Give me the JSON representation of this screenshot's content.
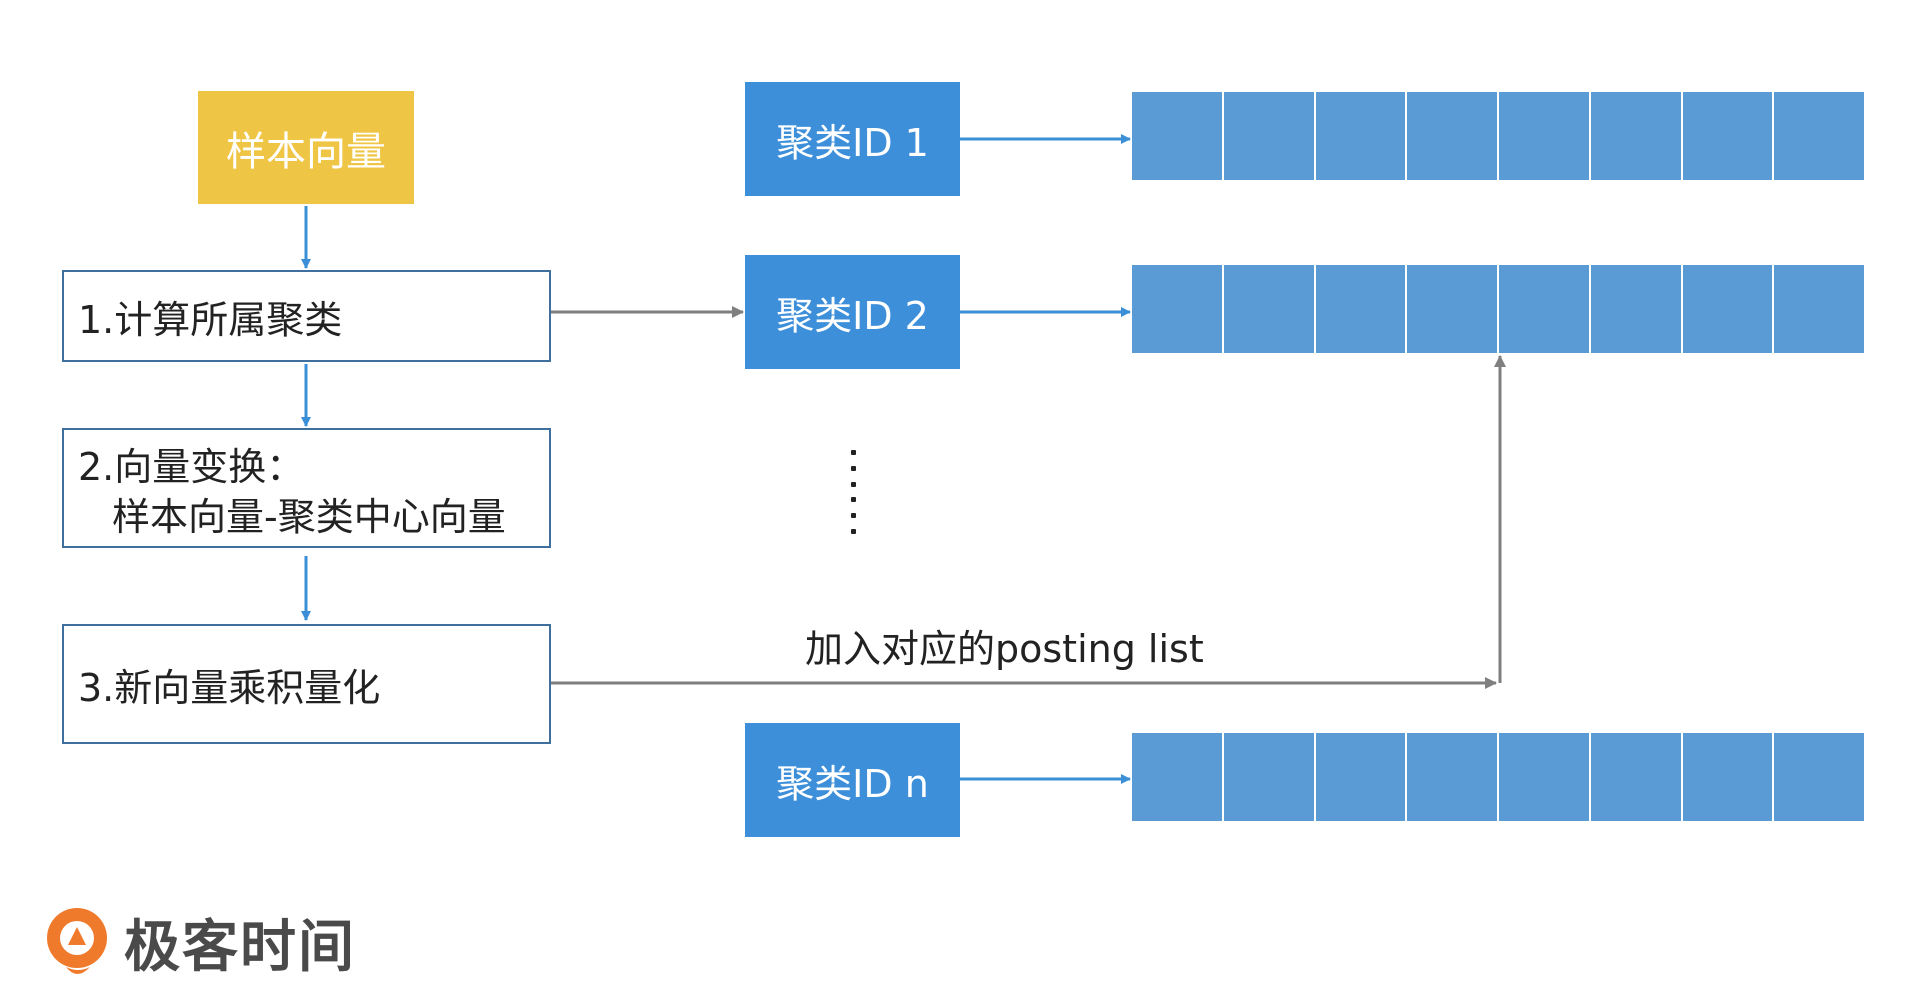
{
  "diagram": {
    "sample_vector": "样本向量",
    "steps": {
      "step1": "1.计算所属聚类",
      "step2_line1": "2.向量变换：",
      "step2_line2": "样本向量-聚类中心向量",
      "step3": "3.新向量乘积量化"
    },
    "clusters": [
      "聚类ID 1",
      "聚类ID 2",
      "聚类ID n"
    ],
    "posting_label": "加入对应的posting list"
  },
  "brand": {
    "name": "极客时间"
  },
  "colors": {
    "sample_box": "#efc545",
    "cluster_box": "#3d8fda",
    "list_cell": "#5b9bd5",
    "step_border": "#3f6f9c",
    "blue_arrow": "#3a8fd6",
    "gray_arrow": "#7f7f7f",
    "logo_orange": "#f07a2c"
  }
}
